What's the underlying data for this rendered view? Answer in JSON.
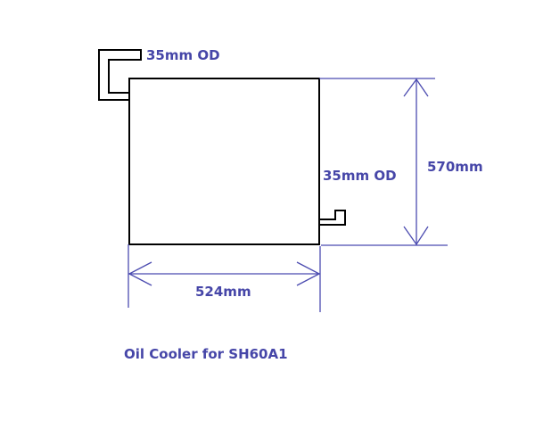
{
  "diagram": {
    "title": "Oil Cooler for SH60A1",
    "inlet_label": "35mm OD",
    "outlet_label": "35mm OD",
    "height_label": "570mm",
    "width_label": "524mm"
  },
  "colors": {
    "outline": "#000000",
    "dimension": "#4b4bb0",
    "text": "#4646a8"
  }
}
